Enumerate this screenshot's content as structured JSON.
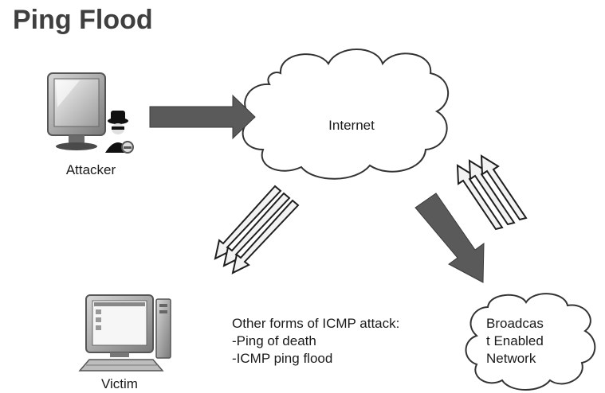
{
  "title": "Ping Flood",
  "nodes": {
    "attacker": "Attacker",
    "internet": "Internet",
    "victim": "Victim",
    "broadcast_lines": [
      "Broadcas",
      "t Enabled",
      "Network"
    ]
  },
  "notes": {
    "heading": "Other forms of ICMP attack:",
    "items": [
      "-Ping of death",
      "-ICMP ping flood"
    ]
  },
  "icons": {
    "attacker": "attacker-computer-icon",
    "victim": "victim-computer-icon"
  },
  "colors": {
    "arrow_fill": "#5a5a5a",
    "arrow_stroke": "#1e1e1e",
    "title": "#3f3f3f"
  }
}
